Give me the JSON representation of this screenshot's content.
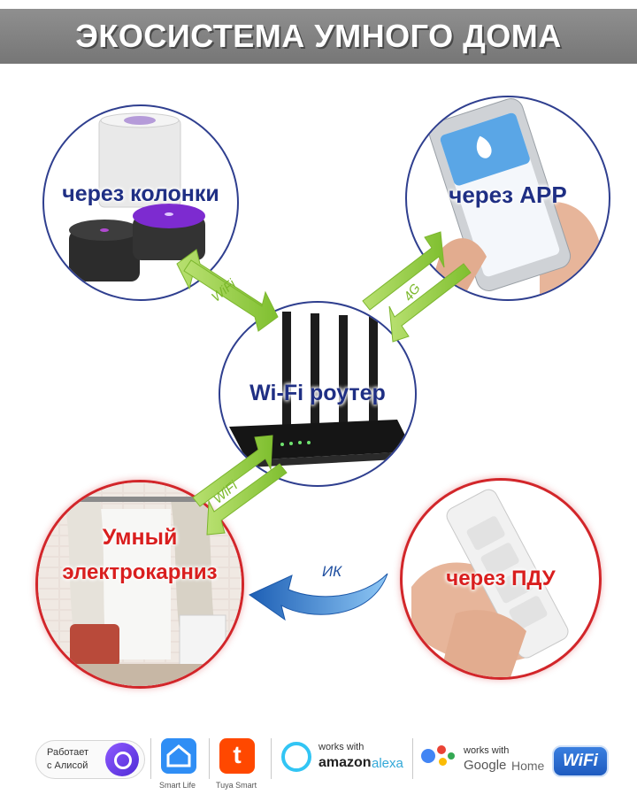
{
  "header": {
    "title": "ЭКОСИСТЕМА УМНОГО ДОМА"
  },
  "nodes": {
    "speakers": "через колонки",
    "app": "через APP",
    "router": "Wi-Fi роутер",
    "cornice_line1": "Умный",
    "cornice_line2": "электрокарниз",
    "remote": "через ПДУ"
  },
  "connections": {
    "speakers_router": "WiFi",
    "app_router": "4G",
    "router_cornice": "WiFi",
    "remote_cornice": "ИК"
  },
  "logos": {
    "alice_line1": "Работает",
    "alice_line2": "с Алисой",
    "smartlife": "Smart Life",
    "tuya": "Tuya Smart",
    "alexa_line1": "works with",
    "alexa_line2": "amazon",
    "alexa_line3": "alexa",
    "google_line1": "works with",
    "google_line2": "Google",
    "google_line3": "Home",
    "wifi": "WiFi"
  },
  "colors": {
    "banner": "#808080",
    "ring_blue": "#2f3f8f",
    "ring_red": "#d2262a",
    "arrow_green": "#8cc63f",
    "arrow_blue": "#2b7fd6",
    "label_blue": "#1f2f84",
    "label_red": "#d91e1e"
  }
}
